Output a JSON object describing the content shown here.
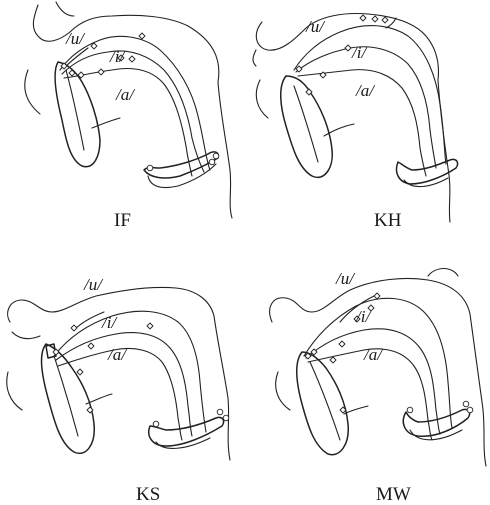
{
  "panels": [
    {
      "speaker": "IF",
      "vowels": {
        "u": "/u/",
        "i": "/i/",
        "a": "/a/"
      }
    },
    {
      "speaker": "KH",
      "vowels": {
        "u": "/u/",
        "i": "/i/",
        "a": "/a/"
      }
    },
    {
      "speaker": "KS",
      "vowels": {
        "u": "/u/",
        "i": "/i/",
        "a": "/a/"
      }
    },
    {
      "speaker": "MW",
      "vowels": {
        "u": "/u/",
        "i": "/i/",
        "a": "/a/"
      }
    }
  ]
}
